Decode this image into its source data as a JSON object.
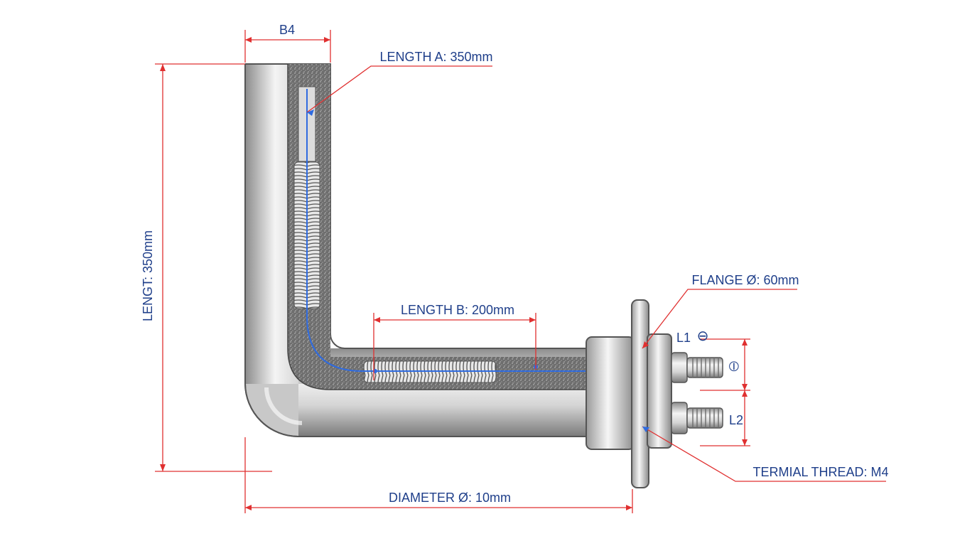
{
  "labels": {
    "top_width": "B4",
    "length_a": "LENGTH A: 350mm",
    "vertical_length": "LENGT: 350mm",
    "length_b": "LENGTH B: 200mm",
    "flange": "FLANGE Ø: 60mm",
    "terminal_1": "L1",
    "terminal_2": "L2",
    "terminal_1_symbol": "⊖",
    "terminal_mid_symbol": "⦶",
    "terminal_thread": "TERMIAL THREAD: M4",
    "diameter": "DIAMETER Ø: 10mm"
  },
  "colors": {
    "dimension_line": "#e03030",
    "label_text": "#1f3f8a",
    "conductor": "#2f6be0",
    "steel_light": "#f2f2f2",
    "steel_dark": "#8a8a8a",
    "insulation": "#6a6a6a"
  }
}
